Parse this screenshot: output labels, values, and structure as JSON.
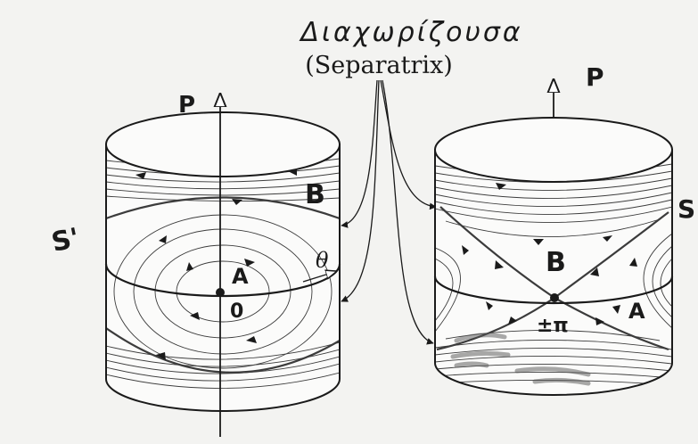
{
  "header": {
    "greek_title": "Διαχωρίζουσα",
    "title": "(Separatrix)"
  },
  "left_cylinder": {
    "axis_label": "P",
    "side_label": "S'",
    "region_label": "B",
    "center_label": "A",
    "origin_label": "0",
    "angle_label": "θ"
  },
  "right_cylinder": {
    "axis_label": "P",
    "side_label": "S",
    "region_label": "B",
    "side_region_label": "A",
    "saddle_label": "±π"
  },
  "colors": {
    "ink": "#1a1a1a",
    "paper": "#f3f3f1",
    "cylinder_fill": "#fbfbfa"
  }
}
